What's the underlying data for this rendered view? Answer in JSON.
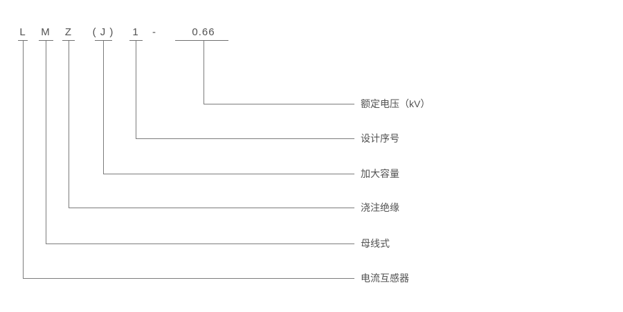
{
  "model_code": {
    "parts": [
      {
        "symbol": "L",
        "meaning": "电流互感器"
      },
      {
        "symbol": "M",
        "meaning": "母线式"
      },
      {
        "symbol": "Z",
        "meaning": "浇注绝缘"
      },
      {
        "symbol": "( J )",
        "meaning": "加大容量"
      },
      {
        "symbol": "1",
        "meaning": "设计序号"
      },
      {
        "symbol": "0.66",
        "meaning": "额定电压（kV）"
      }
    ],
    "separator": "-",
    "full_code": "LMZ(J)1-0.66"
  },
  "colors": {
    "line": "#7b7b7b",
    "text": "#515151",
    "background": "#ffffff"
  }
}
